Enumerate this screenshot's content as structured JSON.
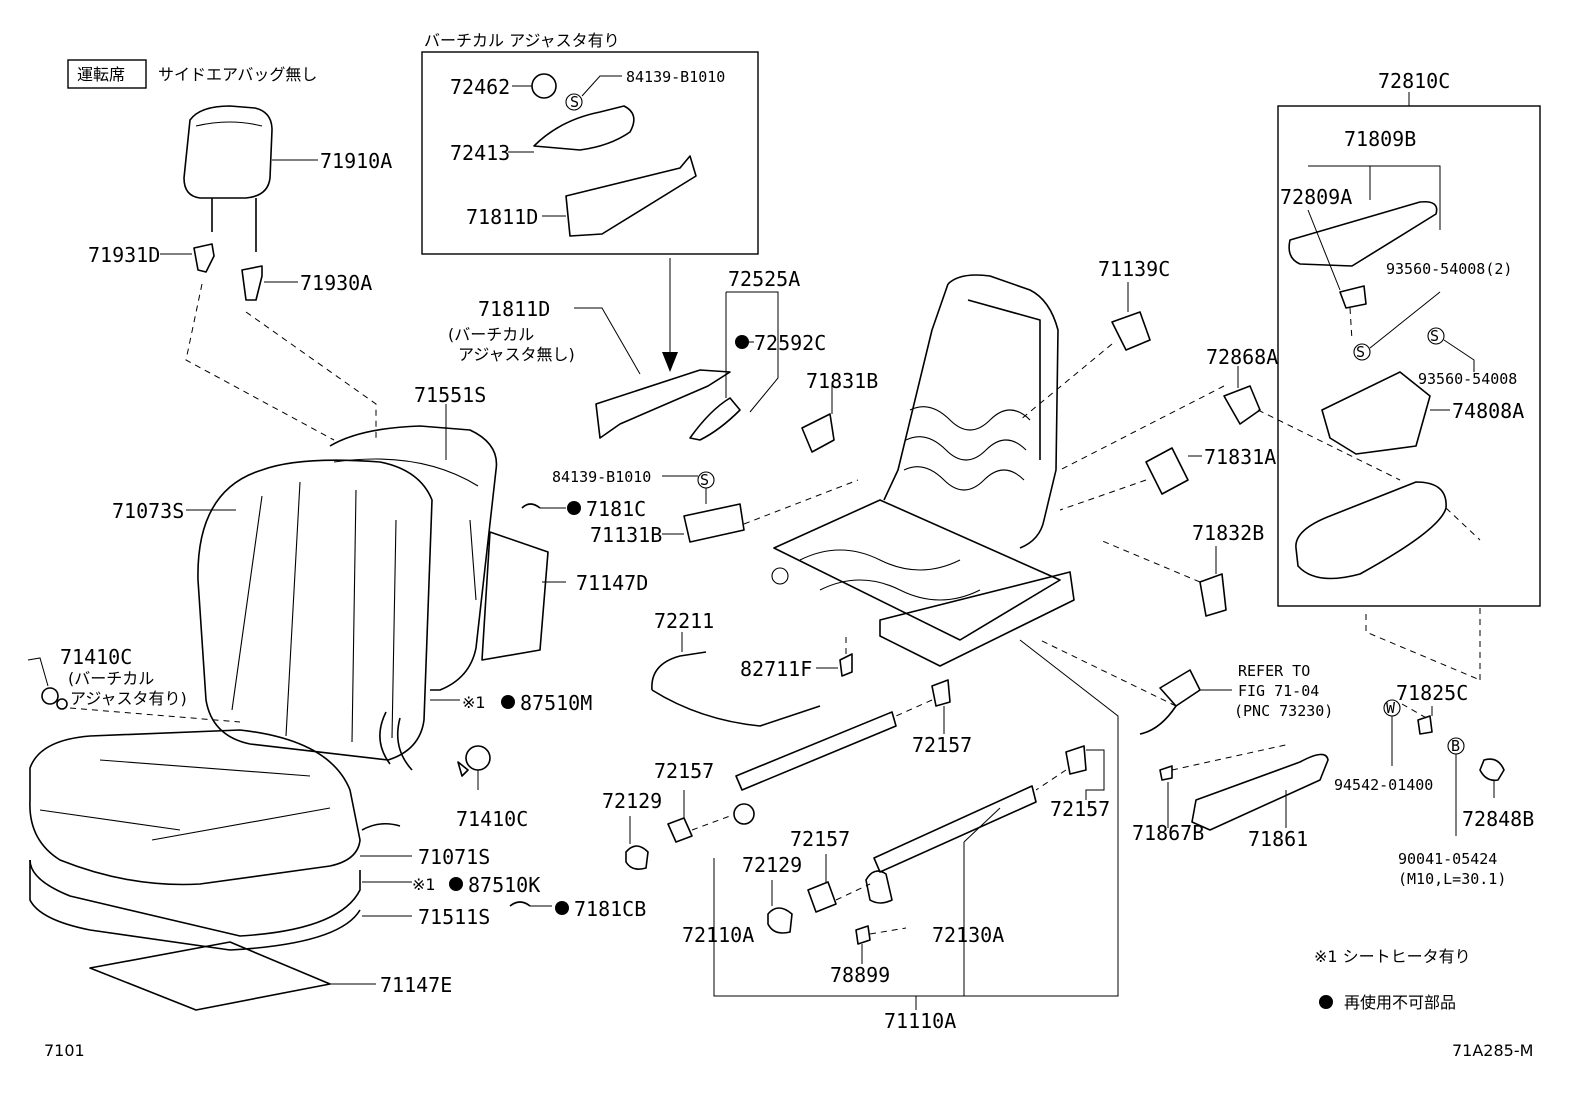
{
  "header": {
    "seat_box": "運転席",
    "seat_desc": "サイドエアバッグ無し",
    "vertical_adjuster_title": "バーチカル アジャスタ有り"
  },
  "parts": {
    "p71910A": "71910A",
    "p71931D": "71931D",
    "p71930A": "71930A",
    "p72462": "72462",
    "p84139_top": "84139-B1010",
    "p72413": "72413",
    "p71811D_box": "71811D",
    "p71811D": "71811D",
    "p71811D_note1": "(バーチカル",
    "p71811D_note2": "アジャスタ無し)",
    "p72525A": "72525A",
    "p72592C": "72592C",
    "p71831B": "71831B",
    "p71139C": "71139C",
    "p72868A": "72868A",
    "p71551S": "71551S",
    "p71073S": "71073S",
    "p7181C": "7181C",
    "p84139_mid": "84139-B1010",
    "p71131B": "71131B",
    "p71147D": "71147D",
    "p71831A": "71831A",
    "p71832B": "71832B",
    "p72211": "72211",
    "p82711F": "82711F",
    "p71410C_a": "71410C",
    "p71410C_note1": "(バーチカル",
    "p71410C_note2": "アジャスタ有り)",
    "p87510M_mark": "※1",
    "p87510M": "87510M",
    "p71410C_b": "71410C",
    "p72157_a": "72157",
    "p72157_b": "72157",
    "p72157_c": "72157",
    "p72157_d": "72157",
    "p72129_a": "72129",
    "p72129_b": "72129",
    "p71071S": "71071S",
    "p87510K_mark": "※1",
    "p87510K": "87510K",
    "p71511S": "71511S",
    "p7181CB": "7181CB",
    "p71147E": "71147E",
    "p72110A": "72110A",
    "p72130A": "72130A",
    "p78899": "78899",
    "p71110A": "71110A",
    "p71867B": "71867B",
    "p71861": "71861",
    "p72810C": "72810C",
    "p71809B": "71809B",
    "p72809A": "72809A",
    "p93560_2": "93560-54008(2)",
    "p93560": "93560-54008",
    "p74808A": "74808A",
    "p71825C": "71825C",
    "p94542": "94542-01400",
    "p72848B": "72848B",
    "p90041": "90041-05424",
    "p90041_note": "(M10,L=30.1)",
    "refer1": "REFER TO",
    "refer2": "FIG 71-04",
    "refer3": "(PNC 73230)"
  },
  "symbols": {
    "s_mark": "S",
    "w_mark": "W",
    "b_mark": "B"
  },
  "legend": {
    "heater_note": "※1 シートヒータ有り",
    "nonreusable_note": "再使用不可部品"
  },
  "footer": {
    "page_code": "7101",
    "figure_code": "71A285-M"
  }
}
